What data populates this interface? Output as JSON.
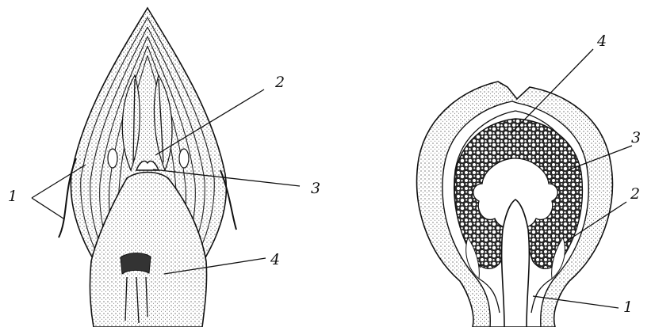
{
  "figures": [
    {
      "labels": [
        "1",
        "2",
        "3",
        "4"
      ]
    },
    {
      "labels": [
        "1",
        "2",
        "3",
        "4"
      ]
    }
  ],
  "colors": {
    "ink": "#111111",
    "background": "#ffffff"
  }
}
